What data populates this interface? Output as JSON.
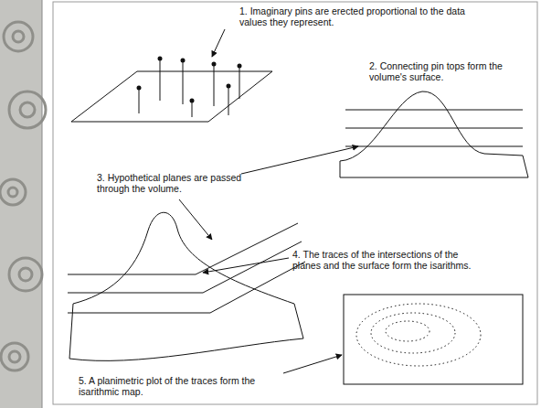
{
  "diagram": {
    "labels": [
      "1. Imaginary pins are erected proportional to the data values they represent.",
      "2. Connecting pin tops form the volume's surface.",
      "3. Hypothetical planes are passed through the volume.",
      "4. The traces of the intersections of the planes and the surface form the isarithms.",
      "5. A planimetric plot of the traces form the isarithmic map."
    ]
  }
}
